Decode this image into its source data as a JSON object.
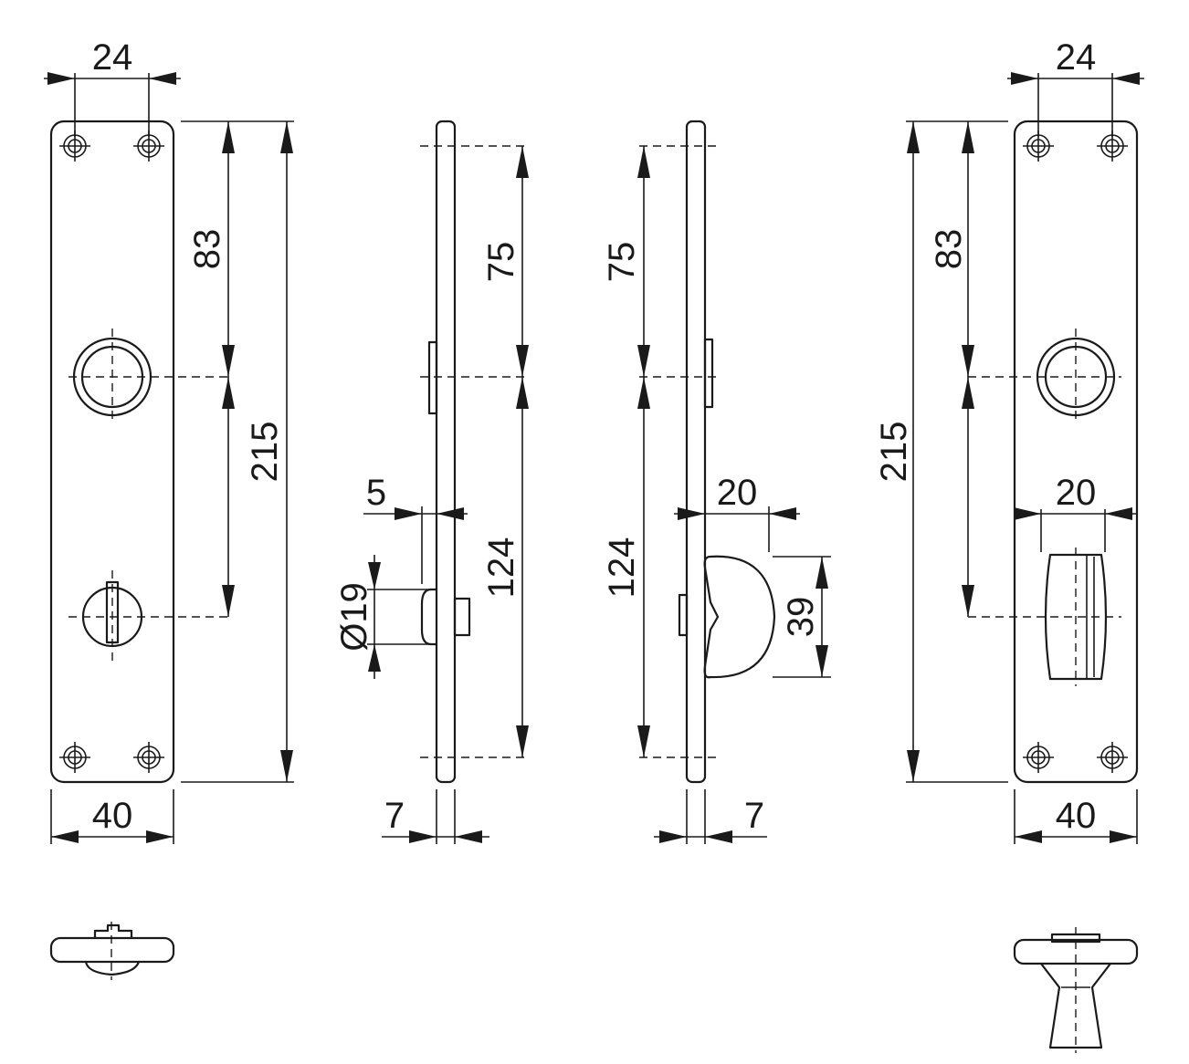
{
  "dimensions": {
    "front_left": {
      "hole_spacing": "24",
      "upper_to_spindle": "83",
      "overall_height": "215",
      "plate_width": "40"
    },
    "side_left": {
      "upper_to_spindle": "75",
      "plate_offset": "5",
      "knob_diameter": "Ø19",
      "spindle_to_lower": "124",
      "plate_thickness": "7"
    },
    "side_right": {
      "upper_to_spindle": "75",
      "spindle_to_lower": "124",
      "turn_projection": "20",
      "turn_height": "39",
      "plate_thickness": "7"
    },
    "front_right": {
      "hole_spacing": "24",
      "upper_to_spindle": "83",
      "overall_height": "215",
      "turn_width": "20",
      "plate_width": "40"
    }
  }
}
